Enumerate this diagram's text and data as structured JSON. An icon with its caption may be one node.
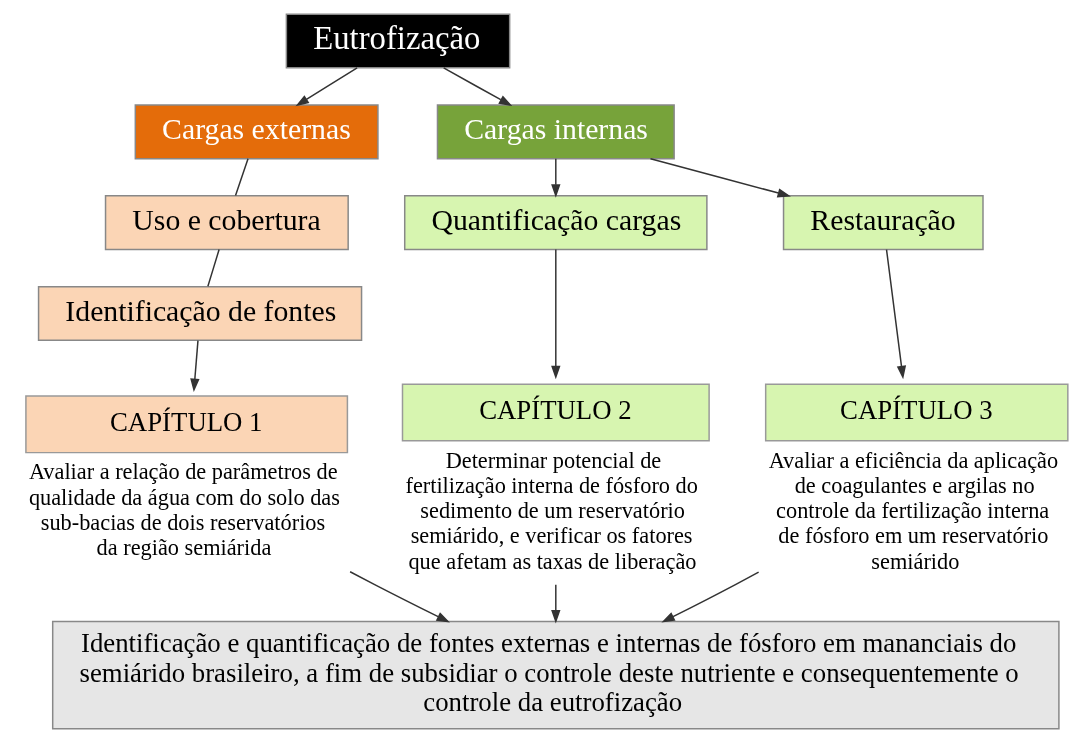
{
  "diagram": {
    "nodes": [
      {
        "text": [
          "Eutrofização"
        ]
      },
      {
        "text": [
          "Cargas externas"
        ]
      },
      {
        "text": [
          "Cargas internas"
        ]
      },
      {
        "text": [
          "Uso e cobertura"
        ]
      },
      {
        "text": [
          "Identificação de fontes"
        ]
      },
      {
        "text": [
          "CAPÍTULO 1"
        ],
        "beside": [
          "Avaliar a relação de parâmetros de qualidade da água com do solo das sub-bacias de dois reservatórios da região semiárida"
        ]
      },
      {
        "text": [
          "Quantificação cargas"
        ]
      },
      {
        "text": [
          "Restauração"
        ]
      },
      {
        "text": [
          "CAPÍTULO 2"
        ],
        "beside": [
          "Determinar potencial de fertilização interna de fósforo do sedimento de um reservatório semiárido, e verificar os fatores que afetam as taxas de liberação"
        ]
      },
      {
        "text": [
          "CAPÍTULO 3"
        ],
        "beside": [
          "Avaliar a eficiência da aplicação de coagulantes e argilas no controle da fertilização interna de fósforo em um reservatório semiárido"
        ]
      },
      {
        "text": [
          "Identificação e quantificação de fontes externas e internas de fósforo em mananciais do semiárido brasileiro, a fim de subsidiar o controle deste nutriente e consequentemente o controle da eutrofização"
        ]
      }
    ],
    "edges": [
      {
        "from": 0,
        "to": 1,
        "arrow": "to"
      },
      {
        "from": 0,
        "to": 2,
        "arrow": "to"
      },
      {
        "from": 1,
        "to": 3,
        "arrow": "none"
      },
      {
        "from": 3,
        "to": 4,
        "arrow": "none"
      },
      {
        "from": 4,
        "to": 5,
        "arrow": "to"
      },
      {
        "from": 2,
        "to": 6,
        "arrow": "to"
      },
      {
        "from": 2,
        "to": 7,
        "arrow": "to"
      },
      {
        "from": 6,
        "to": 8,
        "arrow": "to"
      },
      {
        "from": 7,
        "to": 9,
        "arrow": "to"
      },
      {
        "from": 5,
        "to": 10,
        "arrow": "to"
      },
      {
        "from": 8,
        "to": 10,
        "arrow": "to"
      },
      {
        "from": 9,
        "to": 10,
        "arrow": "to"
      }
    ]
  }
}
